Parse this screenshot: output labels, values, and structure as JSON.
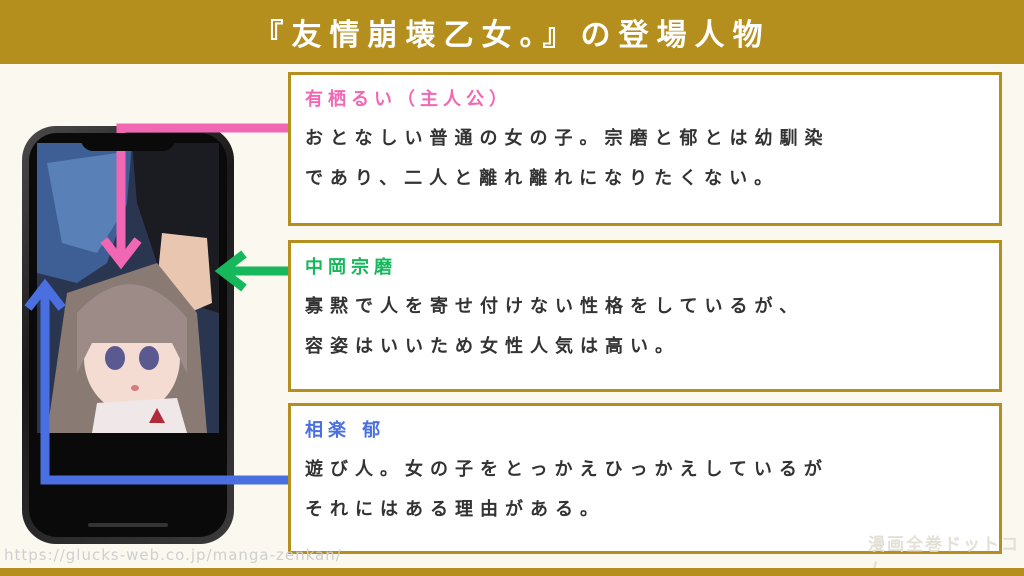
{
  "header": {
    "title": "『友情崩壊乙女。』の登場人物"
  },
  "characters": [
    {
      "name": "有栖るい（主人公）",
      "color": "#f267b4",
      "lines": [
        "おとなしい普通の女の子。宗磨と郁とは幼馴染",
        "であり、二人と離れ離れになりたくない。"
      ]
    },
    {
      "name": "中岡宗磨",
      "color": "#16b85b",
      "lines": [
        "寡黙で人を寄せ付けない性格をしているが、",
        "容姿はいいため女性人気は高い。"
      ]
    },
    {
      "name": "相楽 郁",
      "color": "#4a6fe0",
      "lines": [
        "遊び人。女の子をとっかえひっかえしているが",
        "それにはある理由がある。"
      ]
    }
  ],
  "watermark": {
    "url": "https://glucks-web.co.jp/manga-zenkan/",
    "logo": "漫画全巻ドットコム"
  },
  "colors": {
    "accent": "#b58f1e",
    "background": "#fbf8ef"
  }
}
